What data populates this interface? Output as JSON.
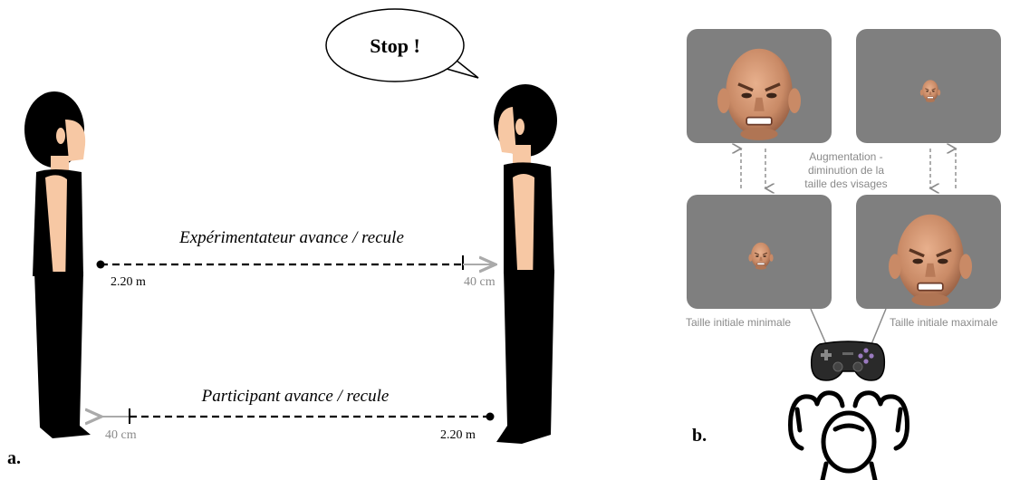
{
  "panel_a": {
    "label": "a.",
    "speech_bubble": "Stop !",
    "top_arrow": {
      "caption": "Expérimentateur avance / recule",
      "start_distance": "2.20 m",
      "end_distance": "40 cm"
    },
    "bottom_arrow": {
      "caption": "Participant avance / recule",
      "start_distance": "2.20 m",
      "end_distance": "40 cm"
    }
  },
  "panel_b": {
    "label": "b.",
    "middle_caption": [
      "Augmentation -",
      "diminution de la",
      "taille des visages"
    ],
    "caption_min": "Taille initiale minimale",
    "caption_max": "Taille initiale maximale"
  },
  "colors": {
    "figure": "#000000",
    "skin": "#f7c8a4",
    "panel_bg": "#7f7f7f",
    "dashed_line": "#000000",
    "grey_arrow": "#aaaaaa",
    "grey_text": "#8a8a8a"
  }
}
